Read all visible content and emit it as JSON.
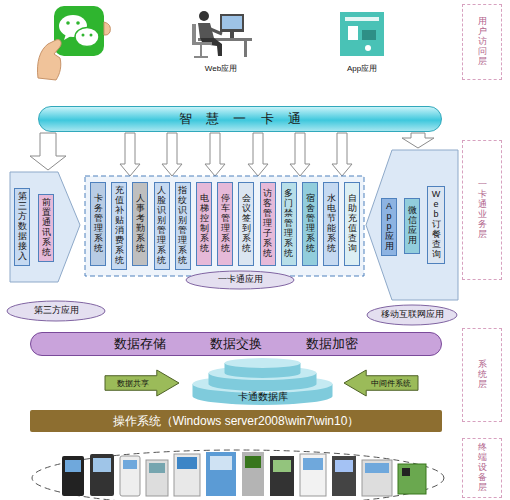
{
  "diagram": {
    "nodes": [
      {
        "text": [
          "智慧一卡通"
        ]
      },
      {
        "text": [
          "用户访问层"
        ]
      },
      {
        "text": [
          "第三方数据接入"
        ]
      },
      {
        "text": [
          "前置通讯系统"
        ]
      },
      {
        "text": [
          "卡务管理系统"
        ]
      },
      {
        "text": [
          "充值补贴消费系统"
        ]
      },
      {
        "text": [
          "人事考勤系统"
        ]
      },
      {
        "text": [
          "人脸识别管理系统"
        ]
      },
      {
        "text": [
          "指纹识别管理系统"
        ]
      },
      {
        "text": [
          "电梯控制系统"
        ]
      },
      {
        "text": [
          "停车管理系统"
        ]
      },
      {
        "text": [
          "会议签到系统"
        ]
      },
      {
        "text": [
          "访客管理子系统"
        ]
      },
      {
        "text": [
          "多门禁管理系统"
        ]
      },
      {
        "text": [
          "宿舍管理系统"
        ]
      },
      {
        "text": [
          "水电节能系统"
        ]
      },
      {
        "text": [
          "自助充值查询"
        ]
      },
      {
        "text": [
          "App应用"
        ]
      },
      {
        "text": [
          "微信应用"
        ]
      },
      {
        "text": [
          "Web订餐查询"
        ]
      },
      {
        "text": [
          "一卡通业务层"
        ]
      },
      {
        "text": [
          "一卡通应用"
        ]
      },
      {
        "text": [
          "第三方应用"
        ]
      },
      {
        "text": [
          "移动互联网应用"
        ]
      },
      {
        "text": [
          "数据存储",
          "数据交换",
          "数据加密"
        ]
      },
      {
        "text": [
          "系统层"
        ]
      },
      {
        "text": [
          "数据共享"
        ]
      },
      {
        "text": [
          "卡通数据库"
        ]
      },
      {
        "text": [
          "中间件系统"
        ]
      },
      {
        "text": [
          "操作系统（Windows server2008\\win7\\win10）"
        ]
      },
      {
        "text": [
          "终端设备层"
        ]
      }
    ],
    "labels": [
      "Web应用",
      "App应用"
    ]
  }
}
